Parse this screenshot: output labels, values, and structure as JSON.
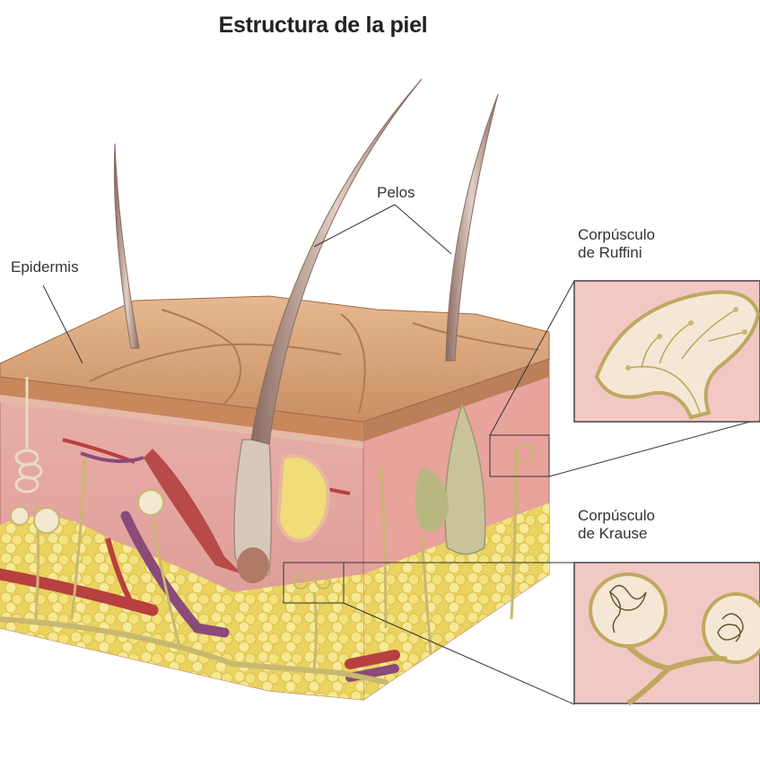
{
  "title": "Estructura de la piel",
  "labels": {
    "epidermis": "Epidermis",
    "pelos": "Pelos",
    "ruffini": [
      "Corpúsculo",
      "de Ruffini"
    ],
    "krause": [
      "Corpúsculo",
      "de Krause"
    ]
  },
  "colors": {
    "epidermis_surface": "#d9a47a",
    "dermis": "#e8a9a6",
    "fat": "#f0e070",
    "hair": "#b89a8a",
    "nerve": "#c8b870",
    "artery": "#b84040",
    "vein": "#8a4a7a",
    "inset_bg": "#f2c8c4"
  }
}
